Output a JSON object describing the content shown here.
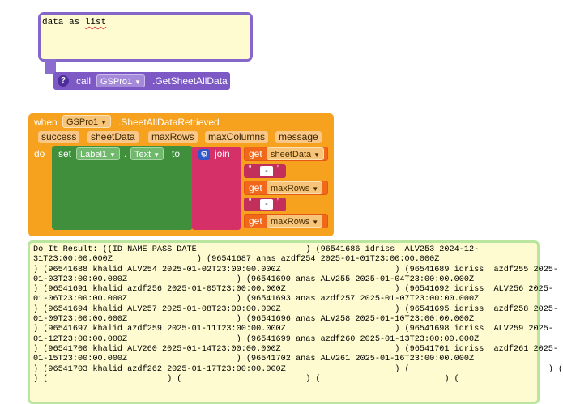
{
  "comment": {
    "text_pre": "data as ",
    "text_squig": "list"
  },
  "call_block": {
    "call_label": "call",
    "component": "GSPro1",
    "method": ".GetSheetAllData",
    "help": "?"
  },
  "event_block": {
    "when_label": "when",
    "component": "GSPro1",
    "event": ".SheetAllDataRetrieved",
    "params": [
      "success",
      "sheetData",
      "maxRows",
      "maxColumns",
      "message"
    ],
    "do_label": "do",
    "set_label": "set",
    "set_component": "Label1",
    "dot": ".",
    "set_property": "Text",
    "to_label": "to",
    "join_label": "join",
    "get_label": "get",
    "get_items": [
      "sheetData",
      "maxRows",
      "maxRows"
    ],
    "string_value": "-"
  },
  "result": {
    "lines": [
      "Do It Result: ((ID NAME PASS DATE                      ) (96541686 idriss  ALV253 2024-12-",
      "31T23:00:00.000Z                 ) (96541687 anas azdf254 2025-01-01T23:00:00.000Z",
      ") (96541688 khalid ALV254 2025-01-02T23:00:00.000Z                       ) (96541689 idriss  azdf255 2025-",
      "01-03T23:00:00.000Z                      ) (96541690 anas ALV255 2025-01-04T23:00:00.000Z",
      ") (96541691 khalid azdf256 2025-01-05T23:00:00.000Z                      ) (96541692 idriss  ALV256 2025-",
      "01-06T23:00:00.000Z                      ) (96541693 anas azdf257 2025-01-07T23:00:00.000Z",
      ") (96541694 khalid ALV257 2025-01-08T23:00:00.000Z                       ) (96541695 idriss  azdf258 2025-",
      "01-09T23:00:00.000Z                      ) (96541696 anas ALV258 2025-01-10T23:00:00.000Z",
      ") (96541697 khalid azdf259 2025-01-11T23:00:00.000Z                      ) (96541698 idriss  ALV259 2025-",
      "01-12T23:00:00.000Z                      ) (96541699 anas azdf260 2025-01-13T23:00:00.000Z",
      ") (96541700 khalid ALV260 2025-01-14T23:00:00.000Z                       ) (96541701 idriss  azdf261 2025-",
      "01-15T23:00:00.000Z                      ) (96541702 anas ALV261 2025-01-16T23:00:00.000Z",
      ") (96541703 khalid azdf262 2025-01-17T23:00:00.000Z                      ) (                            ) (",
      ") (                        ) (                         ) (                         ) (                  "
    ]
  }
}
